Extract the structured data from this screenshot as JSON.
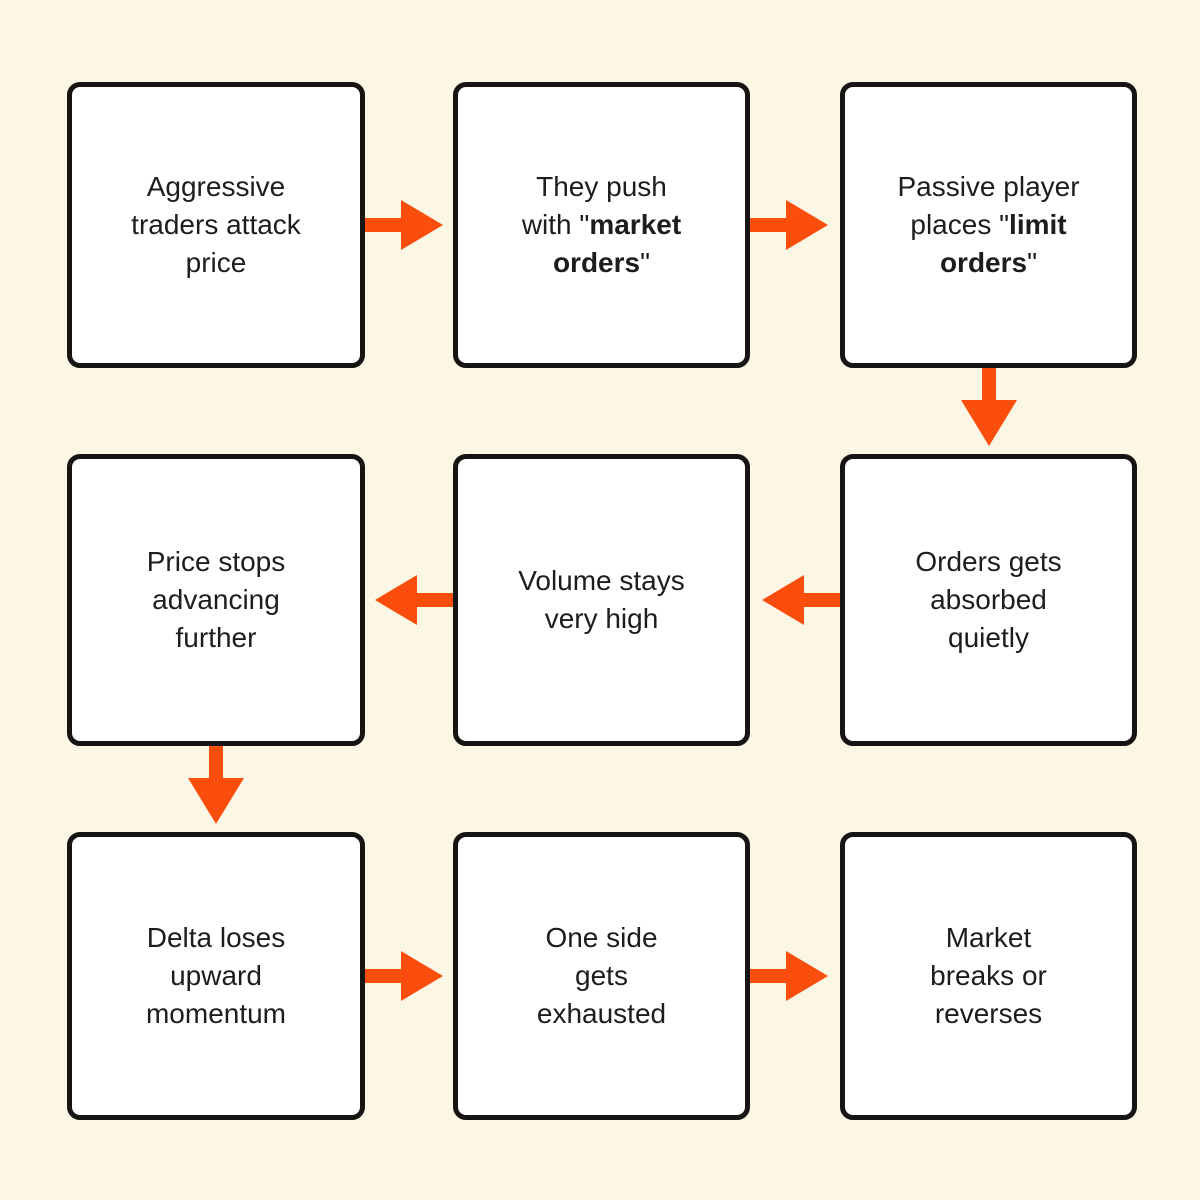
{
  "diagram": {
    "colors": {
      "background": "#FCF7E5",
      "node_fill": "#FFFFFF",
      "node_border": "#171513",
      "text": "#1D1D1F",
      "arrow": "#FB4E0D"
    },
    "nodes": [
      {
        "name": "aggressive-traders-attack-price",
        "lines": [
          [
            {
              "t": "Aggressive"
            }
          ],
          [
            {
              "t": "traders attack"
            }
          ],
          [
            {
              "t": "price"
            }
          ]
        ]
      },
      {
        "name": "push-with-market-orders",
        "lines": [
          [
            {
              "t": "They push"
            }
          ],
          [
            {
              "t": "with \""
            },
            {
              "t": "market",
              "b": true
            }
          ],
          [
            {
              "t": "orders",
              "b": true
            },
            {
              "t": "\""
            }
          ]
        ]
      },
      {
        "name": "passive-player-places-limit-orders",
        "lines": [
          [
            {
              "t": "Passive player"
            }
          ],
          [
            {
              "t": "places \""
            },
            {
              "t": "limit",
              "b": true
            }
          ],
          [
            {
              "t": "orders",
              "b": true
            },
            {
              "t": "\""
            }
          ]
        ]
      },
      {
        "name": "price-stops-advancing-further",
        "lines": [
          [
            {
              "t": "Price stops"
            }
          ],
          [
            {
              "t": "advancing"
            }
          ],
          [
            {
              "t": "further"
            }
          ]
        ]
      },
      {
        "name": "volume-stays-very-high",
        "lines": [
          [
            {
              "t": "Volume stays"
            }
          ],
          [
            {
              "t": "very high"
            }
          ]
        ]
      },
      {
        "name": "orders-gets-absorbed-quietly",
        "lines": [
          [
            {
              "t": "Orders gets"
            }
          ],
          [
            {
              "t": "absorbed"
            }
          ],
          [
            {
              "t": "quietly"
            }
          ]
        ]
      },
      {
        "name": "delta-loses-upward-momentum",
        "lines": [
          [
            {
              "t": "Delta loses"
            }
          ],
          [
            {
              "t": "upward"
            }
          ],
          [
            {
              "t": "momentum"
            }
          ]
        ]
      },
      {
        "name": "one-side-gets-exhausted",
        "lines": [
          [
            {
              "t": "One side"
            }
          ],
          [
            {
              "t": "gets"
            }
          ],
          [
            {
              "t": "exhausted"
            }
          ]
        ]
      },
      {
        "name": "market-breaks-or-reverses",
        "lines": [
          [
            {
              "t": "Market"
            }
          ],
          [
            {
              "t": "breaks or"
            }
          ],
          [
            {
              "t": "reverses"
            }
          ]
        ]
      }
    ],
    "connections": [
      {
        "from": 1,
        "to": 2,
        "direction": "right"
      },
      {
        "from": 2,
        "to": 3,
        "direction": "right"
      },
      {
        "from": 3,
        "to": 6,
        "direction": "down"
      },
      {
        "from": 6,
        "to": 5,
        "direction": "left"
      },
      {
        "from": 5,
        "to": 4,
        "direction": "left"
      },
      {
        "from": 4,
        "to": 7,
        "direction": "down"
      },
      {
        "from": 7,
        "to": 8,
        "direction": "right"
      },
      {
        "from": 8,
        "to": 9,
        "direction": "right"
      }
    ]
  }
}
